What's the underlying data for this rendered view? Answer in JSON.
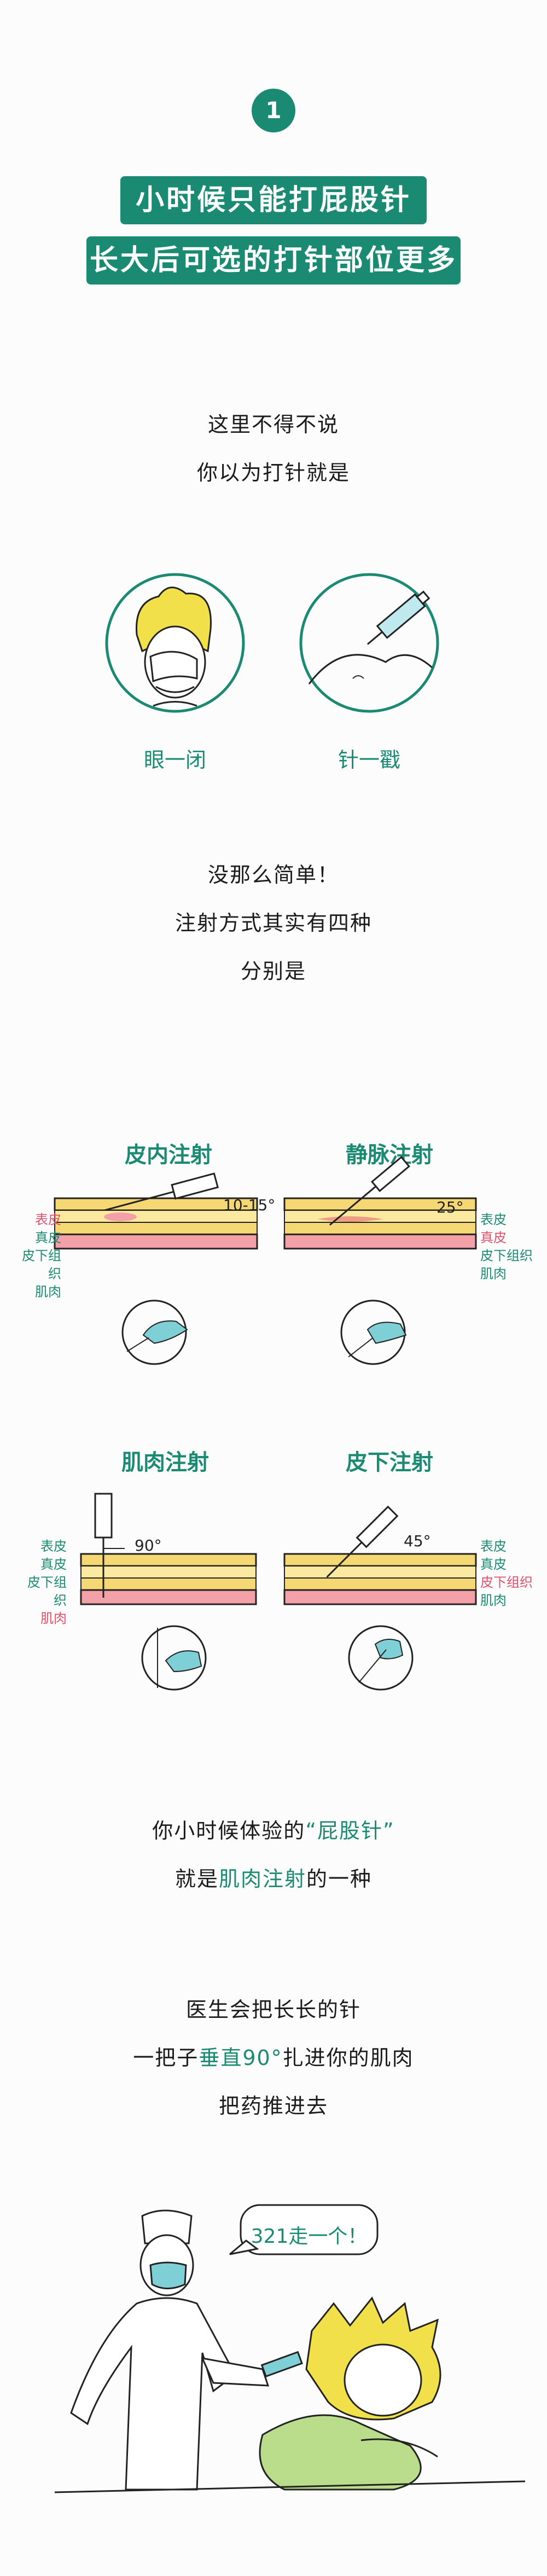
{
  "section": {
    "number": "1",
    "title_line1": "小时候只能打屁股针",
    "title_line2": "长大后可选的打针部位更多"
  },
  "intro": {
    "line1": "这里不得不说",
    "line2": "你以为打针就是"
  },
  "captions": {
    "left": "眼一闭",
    "right": "针一戳"
  },
  "middle": {
    "line1": "没那么简单！",
    "line2": "注射方式其实有四种",
    "line3": "分别是"
  },
  "injections": {
    "intradermal": {
      "title": "皮内注射",
      "angle": "10-15°"
    },
    "intravenous": {
      "title": "静脉注射",
      "angle": "25°"
    },
    "intramuscular": {
      "title": "肌肉注射",
      "angle": "90°"
    },
    "subcutaneous": {
      "title": "皮下注射",
      "angle": "45°"
    }
  },
  "layers": {
    "epidermis": "表皮",
    "dermis": "真皮",
    "subcutaneous": "皮下组织",
    "muscle": "肌肉"
  },
  "childhood": {
    "prefix": "你小时候体验的",
    "highlight": "“屁股针”",
    "line2_prefix": "就是",
    "line2_highlight": "肌肉注射",
    "line2_suffix": "的一种"
  },
  "doctor": {
    "line1": "医生会把长长的针",
    "line2_prefix": "一把子",
    "line2_highlight": "垂直90°",
    "line2_suffix": "扎进你的肌肉",
    "line3": "把药推进去"
  },
  "speech": "321走一个！",
  "colors": {
    "accent": "#1a8a73",
    "pink": "#e0506a",
    "skin_yellow": "#f5d774",
    "fat_pink": "#f4a0a8",
    "hair": "#f2e04a"
  }
}
